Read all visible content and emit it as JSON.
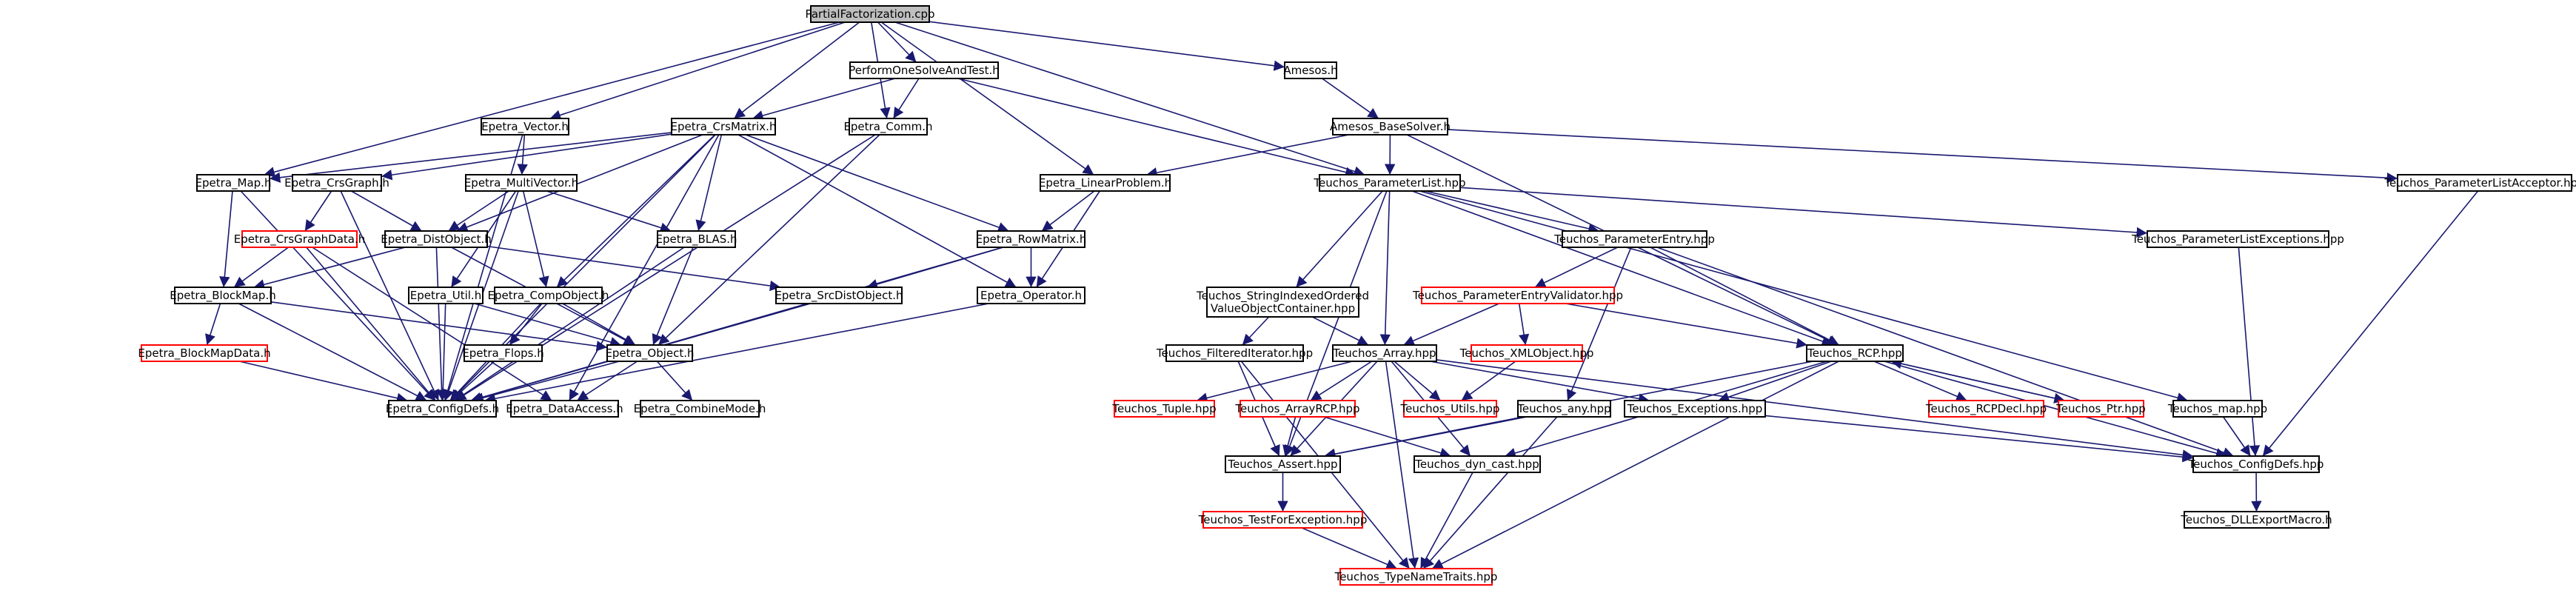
{
  "colors": {
    "edge": "#191970",
    "box_border": "#000000",
    "box_border_truncated": "#ff0000",
    "box_fill": "#ffffff",
    "root_fill": "#bfbfbf",
    "text": "#000000"
  },
  "nodes": {
    "n0": {
      "label": "PartialFactorization.cpp",
      "role": "root"
    },
    "n1": {
      "label": "PerformOneSolveAndTest.h"
    },
    "n2": {
      "label": "Amesos.h"
    },
    "n3": {
      "label": "Epetra_Vector.h"
    },
    "n4": {
      "label": "Epetra_CrsMatrix.h"
    },
    "n5": {
      "label": "Epetra_Comm.h"
    },
    "n6": {
      "label": "Amesos_BaseSolver.h"
    },
    "n7": {
      "label": "Epetra_Map.h"
    },
    "n8": {
      "label": "Epetra_CrsGraph.h"
    },
    "n9": {
      "label": "Epetra_MultiVector.h"
    },
    "n10": {
      "label": "Epetra_LinearProblem.h"
    },
    "n11": {
      "label": "Teuchos_ParameterList.hpp"
    },
    "n12": {
      "label": "Teuchos_ParameterListAcceptor.hpp"
    },
    "n13": {
      "label": "Epetra_CrsGraphData.h",
      "truncated": true
    },
    "n14": {
      "label": "Epetra_DistObject.h"
    },
    "n15": {
      "label": "Epetra_BLAS.h"
    },
    "n16": {
      "label": "Epetra_RowMatrix.h"
    },
    "n17": {
      "label": "Teuchos_ParameterEntry.hpp"
    },
    "n18": {
      "label": "Teuchos_ParameterListExceptions.hpp"
    },
    "n19": {
      "label": "Epetra_BlockMap.h"
    },
    "n20": {
      "label": "Epetra_Util.h"
    },
    "n21": {
      "label": "Epetra_CompObject.h"
    },
    "n22": {
      "label": "Epetra_SrcDistObject.h"
    },
    "n23": {
      "label": "Epetra_Operator.h"
    },
    "n24": {
      "label": "Teuchos_StringIndexedOrdered\nValueObjectContainer.hpp"
    },
    "n25": {
      "label": "Teuchos_ParameterEntryValidator.hpp",
      "truncated": true
    },
    "n26": {
      "label": "Epetra_BlockMapData.h",
      "truncated": true
    },
    "n27": {
      "label": "Epetra_Flops.h"
    },
    "n28": {
      "label": "Epetra_Object.h"
    },
    "n29": {
      "label": "Teuchos_FilteredIterator.hpp"
    },
    "n30": {
      "label": "Teuchos_Array.hpp"
    },
    "n31": {
      "label": "Teuchos_XMLObject.hpp",
      "truncated": true
    },
    "n32": {
      "label": "Teuchos_RCP.hpp"
    },
    "n33": {
      "label": "Epetra_ConfigDefs.h"
    },
    "n34": {
      "label": "Epetra_DataAccess.h"
    },
    "n35": {
      "label": "Epetra_CombineMode.h"
    },
    "n36": {
      "label": "Teuchos_Tuple.hpp",
      "truncated": true
    },
    "n37": {
      "label": "Teuchos_ArrayRCP.hpp",
      "truncated": true
    },
    "n38": {
      "label": "Teuchos_Utils.hpp",
      "truncated": true
    },
    "n39": {
      "label": "Teuchos_any.hpp"
    },
    "n40": {
      "label": "Teuchos_Exceptions.hpp"
    },
    "n41": {
      "label": "Teuchos_RCPDecl.hpp",
      "truncated": true
    },
    "n42": {
      "label": "Teuchos_Ptr.hpp",
      "truncated": true
    },
    "n43": {
      "label": "Teuchos_map.hpp"
    },
    "n44": {
      "label": "Teuchos_Assert.hpp"
    },
    "n45": {
      "label": "Teuchos_dyn_cast.hpp"
    },
    "n46": {
      "label": "Teuchos_ConfigDefs.hpp"
    },
    "n47": {
      "label": "Teuchos_TestForException.hpp",
      "truncated": true
    },
    "n48": {
      "label": "Teuchos_DLLExportMacro.h"
    },
    "n49": {
      "label": "Teuchos_TypeNameTraits.hpp",
      "truncated": true
    }
  },
  "edges": [
    [
      "n0",
      "n1"
    ],
    [
      "n0",
      "n2"
    ],
    [
      "n0",
      "n3"
    ],
    [
      "n0",
      "n4"
    ],
    [
      "n0",
      "n5"
    ],
    [
      "n0",
      "n7"
    ],
    [
      "n0",
      "n10"
    ],
    [
      "n0",
      "n11"
    ],
    [
      "n1",
      "n4"
    ],
    [
      "n1",
      "n5"
    ],
    [
      "n1",
      "n11"
    ],
    [
      "n2",
      "n6"
    ],
    [
      "n3",
      "n9"
    ],
    [
      "n3",
      "n33"
    ],
    [
      "n4",
      "n7"
    ],
    [
      "n4",
      "n8"
    ],
    [
      "n4",
      "n14"
    ],
    [
      "n4",
      "n15"
    ],
    [
      "n4",
      "n16"
    ],
    [
      "n4",
      "n21"
    ],
    [
      "n4",
      "n23"
    ],
    [
      "n4",
      "n33"
    ],
    [
      "n4",
      "n34"
    ],
    [
      "n5",
      "n28"
    ],
    [
      "n5",
      "n33"
    ],
    [
      "n6",
      "n10"
    ],
    [
      "n6",
      "n11"
    ],
    [
      "n6",
      "n12"
    ],
    [
      "n6",
      "n32"
    ],
    [
      "n7",
      "n19"
    ],
    [
      "n7",
      "n33"
    ],
    [
      "n8",
      "n13"
    ],
    [
      "n8",
      "n14"
    ],
    [
      "n8",
      "n33"
    ],
    [
      "n9",
      "n14"
    ],
    [
      "n9",
      "n15"
    ],
    [
      "n9",
      "n20"
    ],
    [
      "n9",
      "n21"
    ],
    [
      "n9",
      "n33"
    ],
    [
      "n10",
      "n16"
    ],
    [
      "n10",
      "n23"
    ],
    [
      "n11",
      "n17"
    ],
    [
      "n11",
      "n18"
    ],
    [
      "n11",
      "n24"
    ],
    [
      "n11",
      "n30"
    ],
    [
      "n11",
      "n32"
    ],
    [
      "n11",
      "n43"
    ],
    [
      "n11",
      "n44"
    ],
    [
      "n12",
      "n46"
    ],
    [
      "n13",
      "n19"
    ],
    [
      "n13",
      "n33"
    ],
    [
      "n13",
      "n34"
    ],
    [
      "n14",
      "n19"
    ],
    [
      "n14",
      "n22"
    ],
    [
      "n14",
      "n28"
    ],
    [
      "n14",
      "n33"
    ],
    [
      "n15",
      "n28"
    ],
    [
      "n15",
      "n33"
    ],
    [
      "n16",
      "n22"
    ],
    [
      "n16",
      "n23"
    ],
    [
      "n16",
      "n33"
    ],
    [
      "n17",
      "n25"
    ],
    [
      "n17",
      "n32"
    ],
    [
      "n17",
      "n39"
    ],
    [
      "n17",
      "n46"
    ],
    [
      "n18",
      "n46"
    ],
    [
      "n19",
      "n26"
    ],
    [
      "n19",
      "n28"
    ],
    [
      "n19",
      "n33"
    ],
    [
      "n20",
      "n28"
    ],
    [
      "n20",
      "n33"
    ],
    [
      "n21",
      "n27"
    ],
    [
      "n21",
      "n28"
    ],
    [
      "n21",
      "n33"
    ],
    [
      "n22",
      "n33"
    ],
    [
      "n23",
      "n33"
    ],
    [
      "n24",
      "n29"
    ],
    [
      "n24",
      "n30"
    ],
    [
      "n25",
      "n30"
    ],
    [
      "n25",
      "n31"
    ],
    [
      "n25",
      "n32"
    ],
    [
      "n26",
      "n33"
    ],
    [
      "n27",
      "n33"
    ],
    [
      "n28",
      "n33"
    ],
    [
      "n28",
      "n34"
    ],
    [
      "n28",
      "n35"
    ],
    [
      "n29",
      "n44"
    ],
    [
      "n29",
      "n49"
    ],
    [
      "n30",
      "n36"
    ],
    [
      "n30",
      "n37"
    ],
    [
      "n30",
      "n38"
    ],
    [
      "n30",
      "n40"
    ],
    [
      "n30",
      "n44"
    ],
    [
      "n30",
      "n45"
    ],
    [
      "n30",
      "n46"
    ],
    [
      "n30",
      "n49"
    ],
    [
      "n31",
      "n38"
    ],
    [
      "n32",
      "n40"
    ],
    [
      "n32",
      "n41"
    ],
    [
      "n32",
      "n42"
    ],
    [
      "n32",
      "n44"
    ],
    [
      "n32",
      "n45"
    ],
    [
      "n32",
      "n46"
    ],
    [
      "n32",
      "n49"
    ],
    [
      "n37",
      "n44"
    ],
    [
      "n37",
      "n45"
    ],
    [
      "n39",
      "n44"
    ],
    [
      "n39",
      "n49"
    ],
    [
      "n40",
      "n46"
    ],
    [
      "n42",
      "n32"
    ],
    [
      "n43",
      "n46"
    ],
    [
      "n44",
      "n47"
    ],
    [
      "n45",
      "n49"
    ],
    [
      "n46",
      "n48"
    ],
    [
      "n47",
      "n49"
    ]
  ]
}
